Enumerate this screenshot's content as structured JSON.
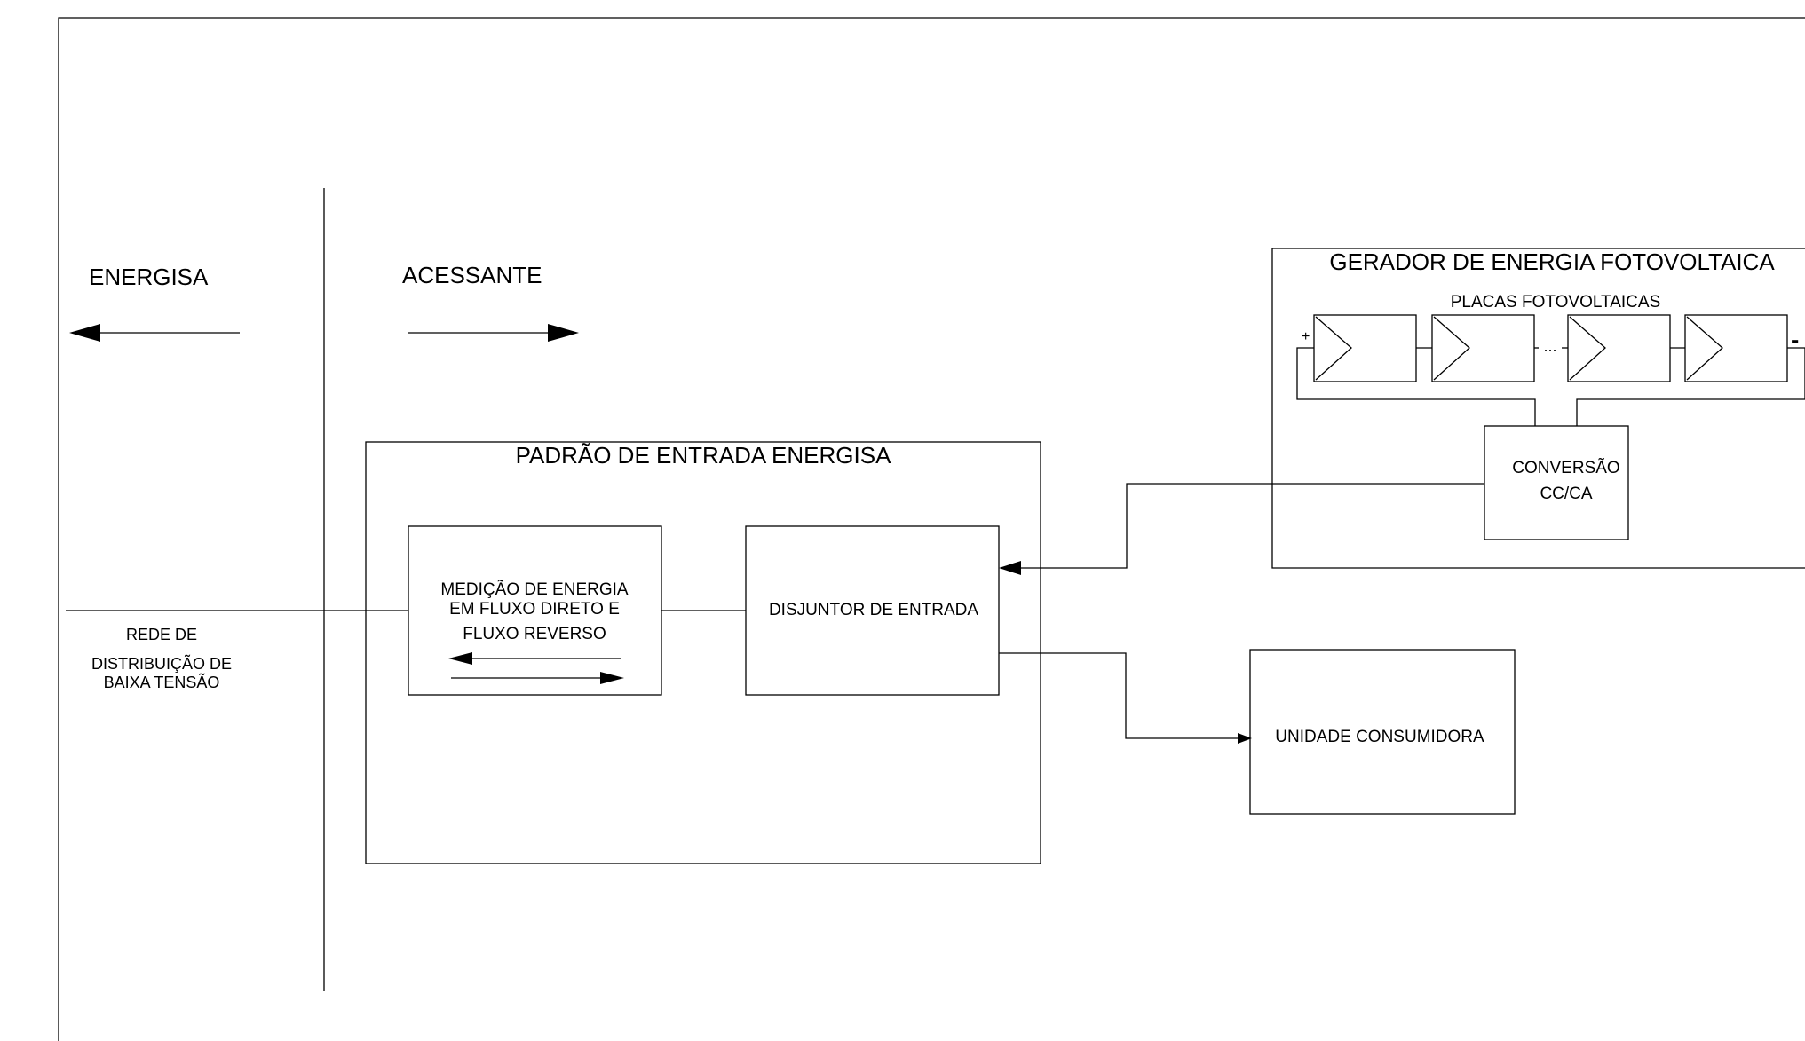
{
  "labels": {
    "energisa": "ENERGISA",
    "acessante": "ACESSANTE",
    "rede_line1": "REDE DE",
    "rede_line2": "DISTRIBUIÇÃO DE",
    "rede_line3": "BAIXA TENSÃO"
  },
  "padrao": {
    "title": "PADRÃO DE ENTRADA ENERGISA",
    "medicao_line1": "MEDIÇÃO DE ENERGIA",
    "medicao_line2": "EM FLUXO DIRETO E",
    "medicao_line3": "FLUXO REVERSO",
    "disjuntor": "DISJUNTOR DE ENTRADA"
  },
  "gerador": {
    "title": "GERADOR DE ENERGIA FOTOVOLTAICA",
    "placas": "PLACAS FOTOVOLTAICAS",
    "plus": "+",
    "minus": "-",
    "ellipsis": "...",
    "conversao_line1": "CONVERSÃO",
    "conversao_line2": "CC/CA"
  },
  "unidade": {
    "label": "UNIDADE CONSUMIDORA"
  }
}
